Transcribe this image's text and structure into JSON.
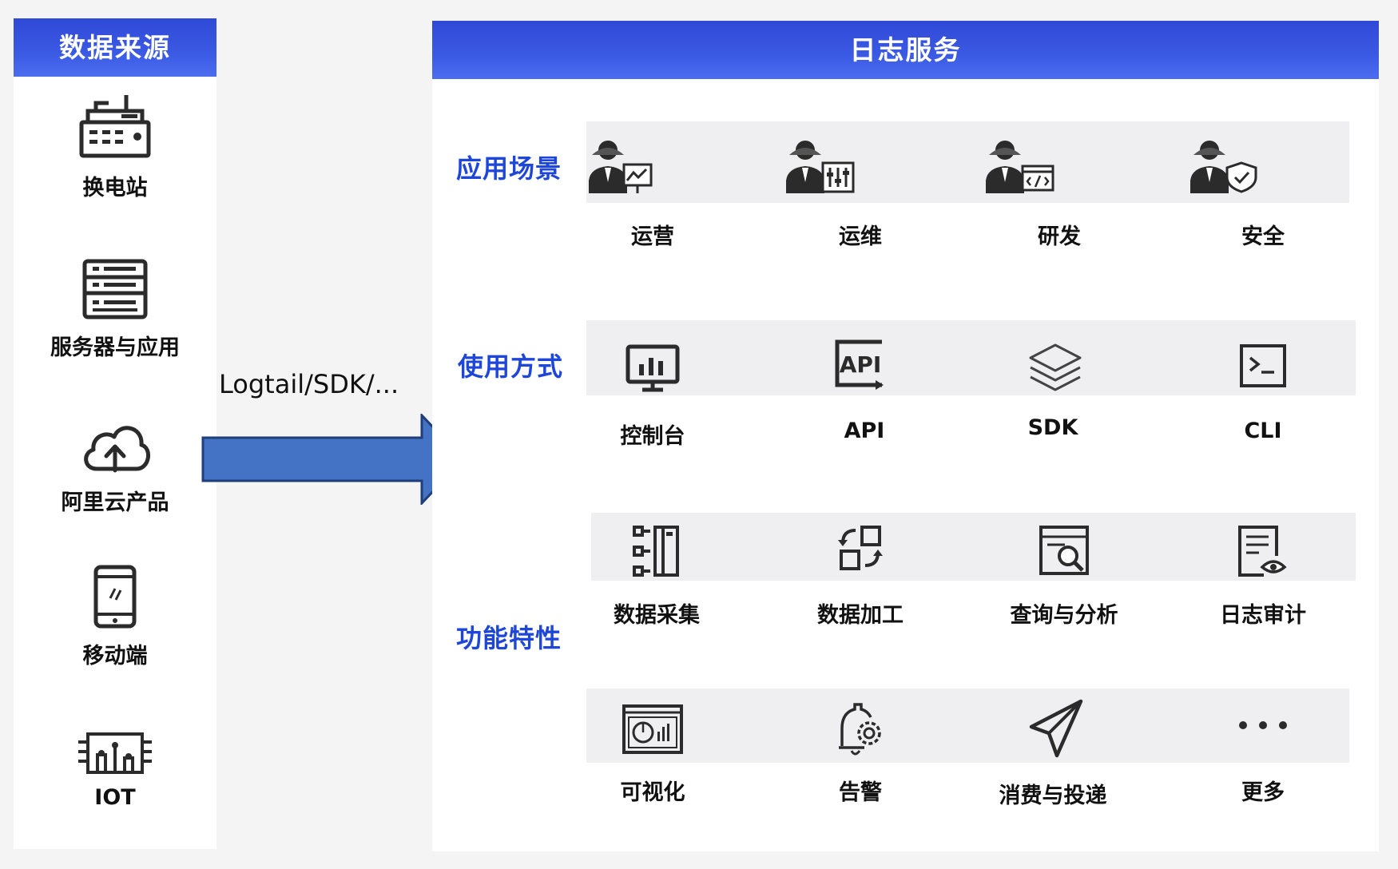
{
  "sources": {
    "title": "数据来源",
    "items": [
      {
        "label": "换电站",
        "icon": "charging-station-icon"
      },
      {
        "label": "服务器与应用",
        "icon": "server-icon"
      },
      {
        "label": "阿里云产品",
        "icon": "cloud-upload-icon"
      },
      {
        "label": "移动端",
        "icon": "mobile-phone-icon"
      },
      {
        "label": "IOT",
        "icon": "circuit-board-icon"
      }
    ]
  },
  "flow": {
    "label": "Logtail/SDK/..."
  },
  "service": {
    "title": "日志服务",
    "sections": [
      {
        "label": "应用场景",
        "items": [
          {
            "label": "运营",
            "icon": "operator-chart-icon"
          },
          {
            "label": "运维",
            "icon": "operator-sliders-icon"
          },
          {
            "label": "研发",
            "icon": "operator-code-icon"
          },
          {
            "label": "安全",
            "icon": "operator-shield-icon"
          }
        ]
      },
      {
        "label": "使用方式",
        "items": [
          {
            "label": "控制台",
            "icon": "console-monitor-icon"
          },
          {
            "label": "API",
            "icon": "api-icon"
          },
          {
            "label": "SDK",
            "icon": "layers-icon"
          },
          {
            "label": "CLI",
            "icon": "terminal-icon"
          }
        ]
      },
      {
        "label": "功能特性",
        "items": [
          {
            "label": "数据采集",
            "icon": "data-collection-icon"
          },
          {
            "label": "数据加工",
            "icon": "data-processing-icon"
          },
          {
            "label": "查询与分析",
            "icon": "query-analysis-icon"
          },
          {
            "label": "日志审计",
            "icon": "log-audit-icon"
          },
          {
            "label": "可视化",
            "icon": "visualization-icon"
          },
          {
            "label": "告警",
            "icon": "alarm-bell-icon"
          },
          {
            "label": "消费与投递",
            "icon": "paper-plane-icon"
          },
          {
            "label": "更多",
            "icon": "more-dots-icon"
          }
        ]
      }
    ]
  },
  "colors": {
    "header_blue": "#3651de",
    "accent_blue": "#1e46d8",
    "arrow_blue": "#4472c4",
    "icon_dark": "#2b2b2b"
  }
}
